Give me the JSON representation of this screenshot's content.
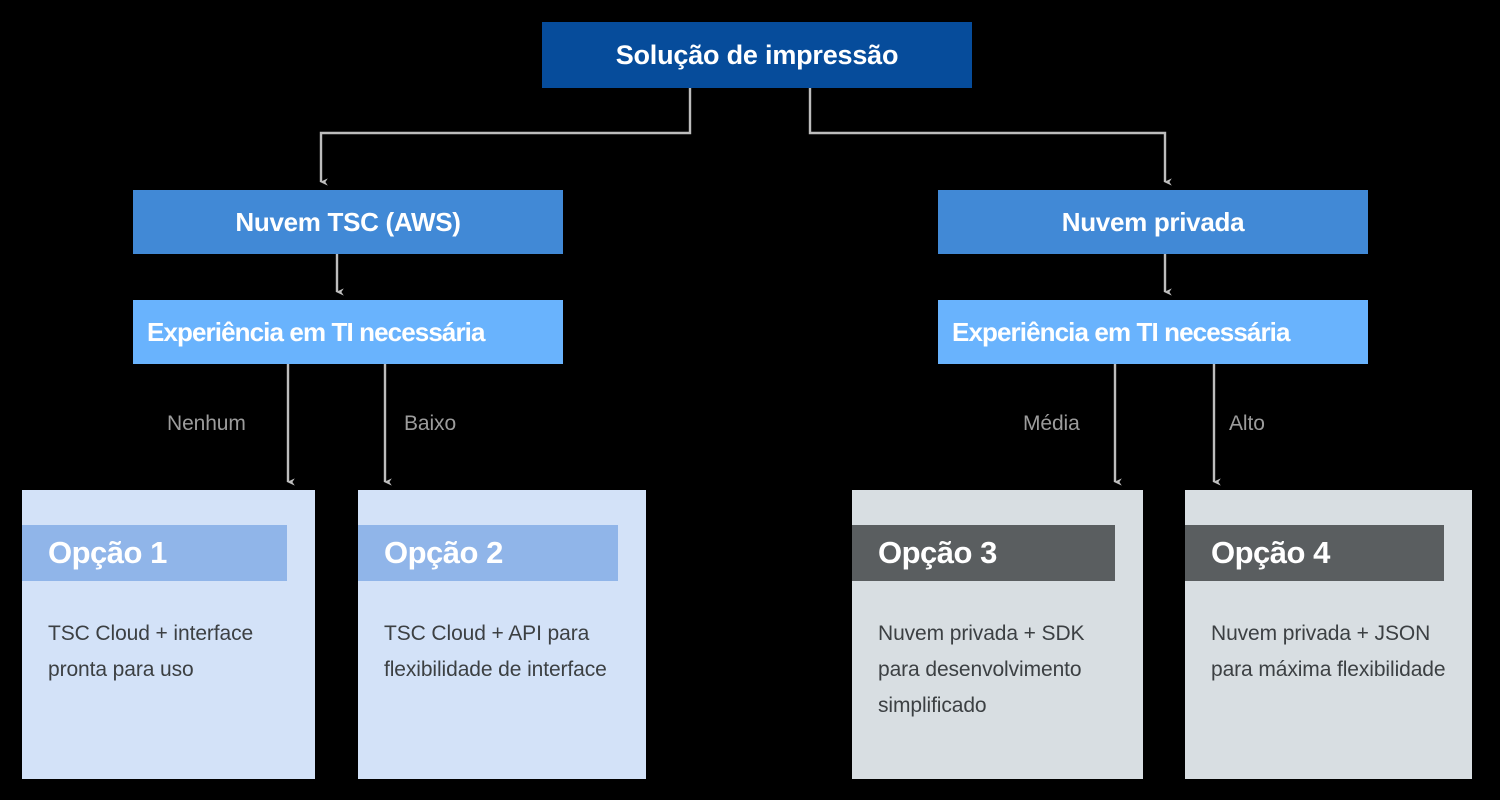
{
  "diagram": {
    "title_node": {
      "label": "Solução de impressão"
    },
    "branches": [
      {
        "cloud_label": "Nuvem TSC (AWS)",
        "skill_label": "Experiência em TI necessária"
      },
      {
        "cloud_label": "Nuvem privada",
        "skill_label": "Experiência em TI necessária"
      }
    ],
    "edge_labels": [
      {
        "text": "Nenhum"
      },
      {
        "text": "Baixo"
      },
      {
        "text": "Média"
      },
      {
        "text": "Alto"
      }
    ],
    "options": [
      {
        "title": "Opção 1",
        "description": "TSC Cloud + interface pronta para uso"
      },
      {
        "title": "Opção 2",
        "description": "TSC Cloud + API para flexibilidade de interface"
      },
      {
        "title": "Opção 3",
        "description": "Nuvem privada + SDK para desenvolvimento simplificado"
      },
      {
        "title": "Opção 4",
        "description": "Nuvem privada + JSON para máxima flexibilidade"
      }
    ],
    "colors": {
      "background": "#000000",
      "root_box": "#064C9B",
      "cloud_box": "#4189D6",
      "skill_box": "#69B3FD",
      "card_blue_bg": "#D3E2F8",
      "card_blue_banner": "#90B5E9",
      "card_gray_bg": "#D8DEE2",
      "card_gray_banner": "#5A5E60",
      "connector": "#BDBDBD",
      "body_text": "#3C4043",
      "edge_label_text": "#9C9C9C"
    }
  }
}
